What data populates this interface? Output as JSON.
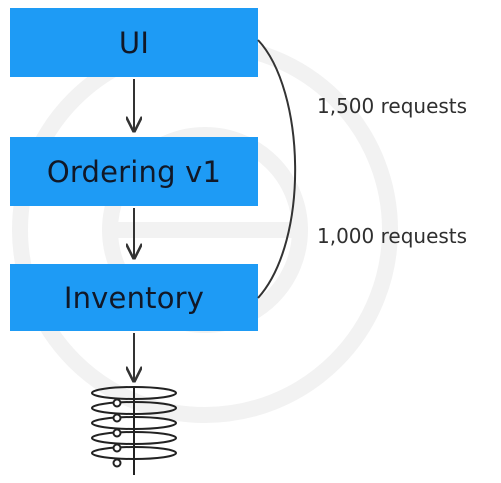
{
  "nodes": {
    "ui": "UI",
    "ordering": "Ordering v1",
    "inventory": "Inventory"
  },
  "edge_labels": {
    "top": "1,500 requests",
    "bottom": "1,000 requests"
  },
  "colors": {
    "node_fill": "#1e9bf5",
    "text": "#111827",
    "arrow": "#333333",
    "watermark": "#f1f1f1"
  },
  "icons": {
    "database": "spring-coil-database-icon"
  }
}
